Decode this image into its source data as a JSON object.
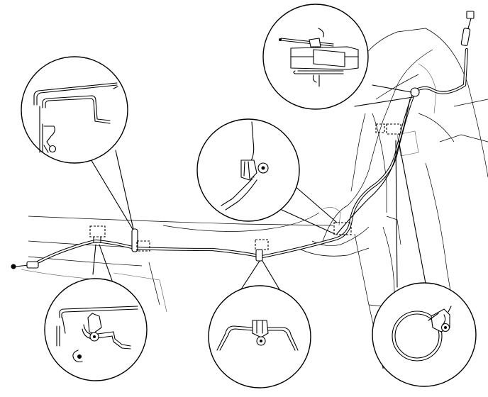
{
  "figure": {
    "callouts": [
      {
        "id": "top-left",
        "icon": "bracket-clip-detail"
      },
      {
        "id": "center",
        "icon": "cable-clamp-detail"
      },
      {
        "id": "top-right",
        "icon": "cable-end-detail"
      },
      {
        "id": "bottom-left",
        "icon": "clip-detail"
      },
      {
        "id": "bottom-center",
        "icon": "clamp-detail"
      },
      {
        "id": "bottom-right",
        "icon": "coil-clip-detail"
      }
    ]
  }
}
